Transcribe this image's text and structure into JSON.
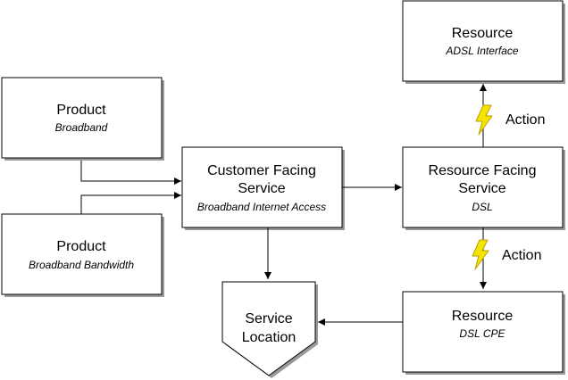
{
  "diagram": {
    "boxes": {
      "product_broadband": {
        "title": "Product",
        "subtitle": "Broadband"
      },
      "product_bandwidth": {
        "title": "Product",
        "subtitle": "Broadband Bandwidth"
      },
      "cfs": {
        "title_line1": "Customer Facing",
        "title_line2": "Service",
        "subtitle": "Broadband Internet Access"
      },
      "rfs": {
        "title_line1": "Resource Facing",
        "title_line2": "Service",
        "subtitle": "DSL"
      },
      "resource_adsl": {
        "title": "Resource",
        "subtitle": "ADSL Interface"
      },
      "resource_cpe": {
        "title": "Resource",
        "subtitle": "DSL CPE"
      },
      "service_location": {
        "title_line1": "Service",
        "title_line2": "Location"
      }
    },
    "actions": {
      "top": "Action",
      "bottom": "Action"
    },
    "colors": {
      "stroke": "#000000",
      "fill": "#ffffff",
      "shadow": "#9a9a9a",
      "lightning_fill": "#f5e400",
      "lightning_stroke": "#b8a200"
    }
  }
}
